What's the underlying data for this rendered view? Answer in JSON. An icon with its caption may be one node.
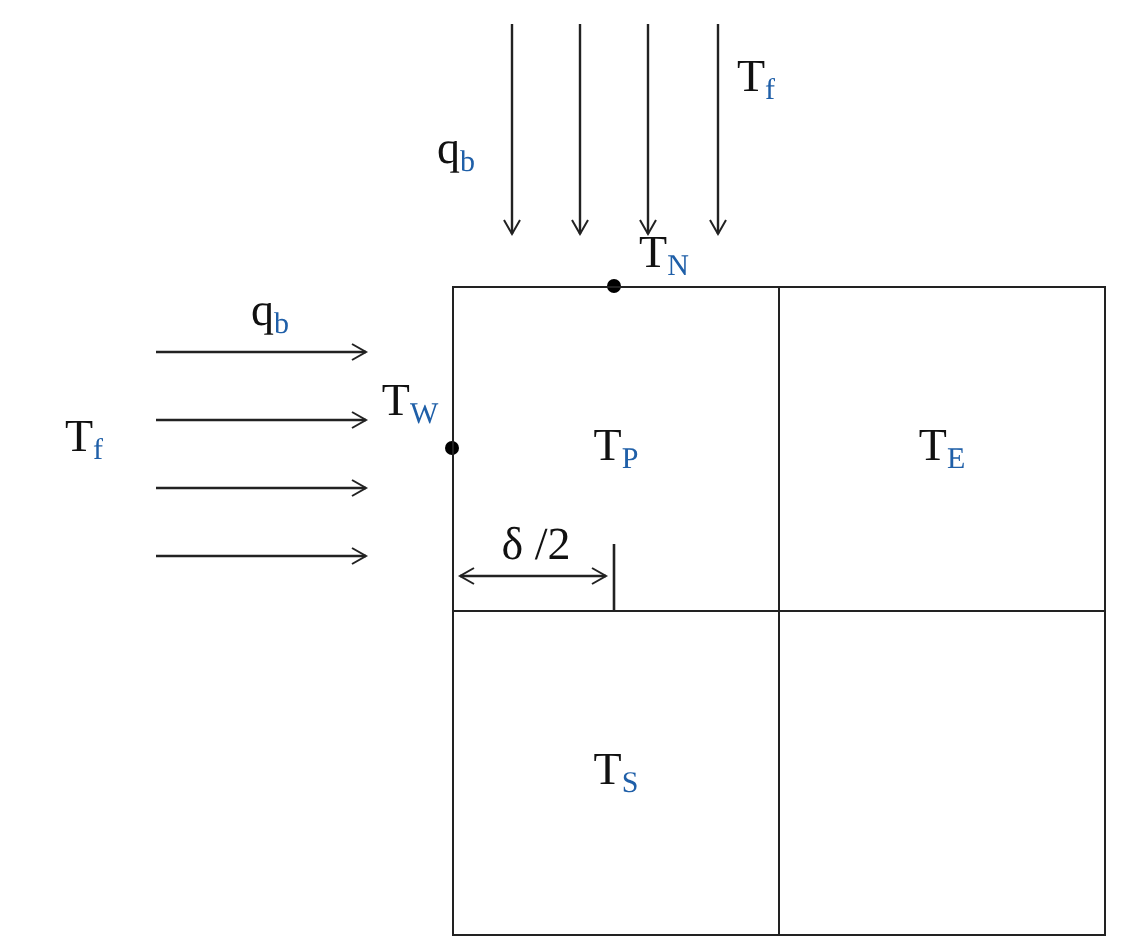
{
  "diagram": {
    "nodes": [
      {
        "text": [
          "T$_{P}$"
        ]
      },
      {
        "text": [
          "T$_{E}$"
        ]
      },
      {
        "text": [
          "T$_{S}$"
        ]
      },
      {
        "text": [],
        "shape": "box"
      }
    ],
    "labels": [
      "T$_{f}$",
      "q$_{b}$",
      "T$_{N}$",
      "q$_{b}$",
      "T$_{W}$",
      "T$_{f}$",
      "δ /2"
    ]
  }
}
